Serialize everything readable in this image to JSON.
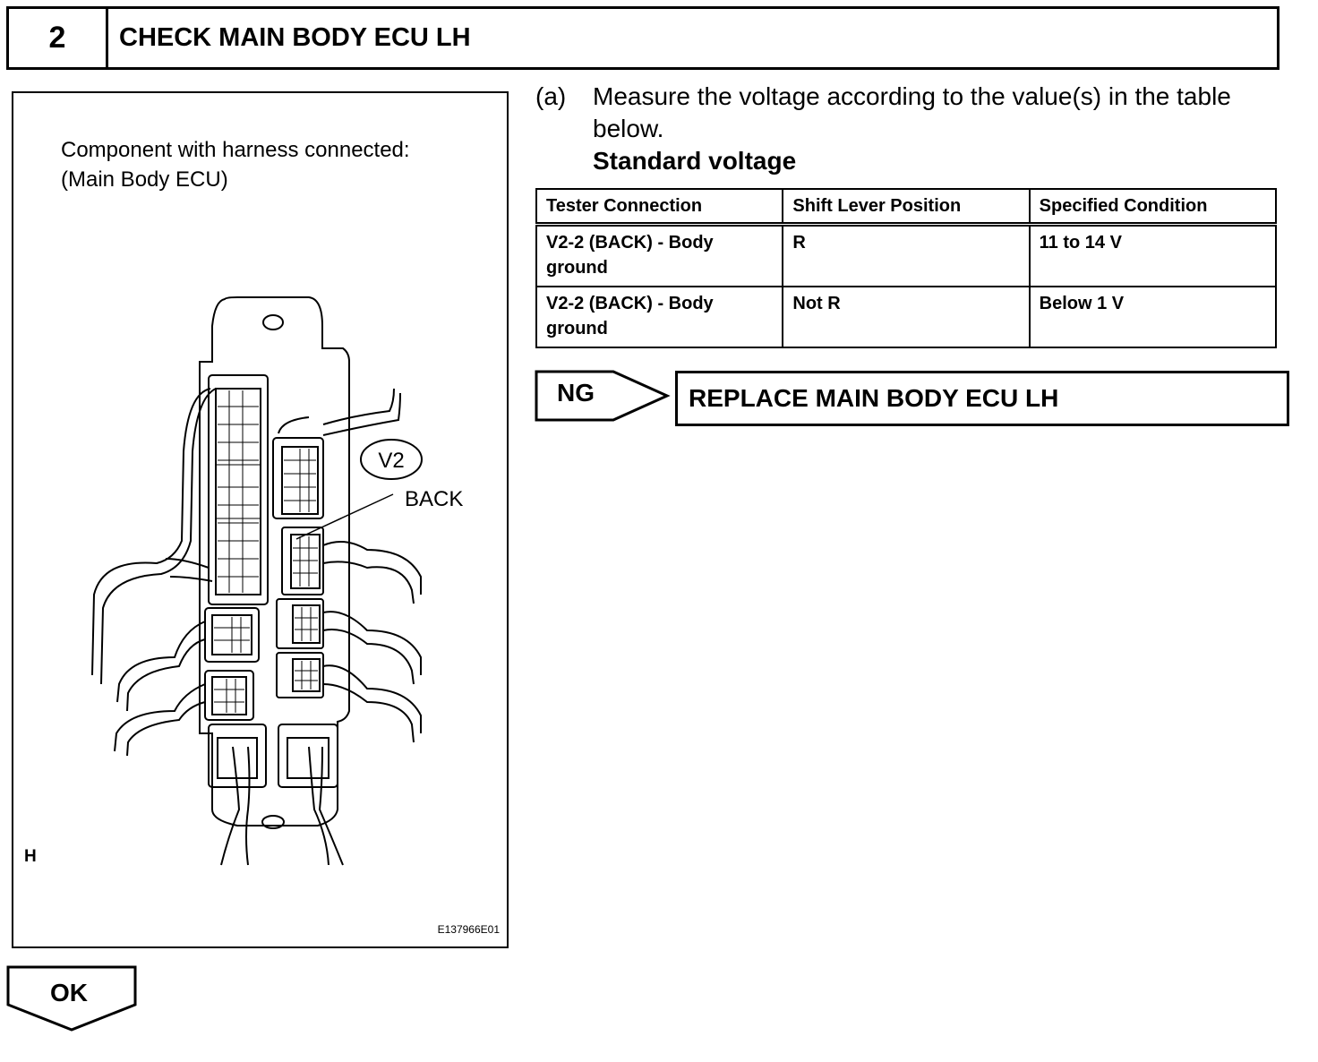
{
  "step": {
    "number": "2",
    "title": "CHECK MAIN BODY ECU LH"
  },
  "figure": {
    "caption_line1": "Component with harness connected:",
    "caption_line2": "(Main Body ECU)",
    "connector_id": "V2",
    "terminal_label": "BACK",
    "corner_letter": "H",
    "figure_code": "E137966E01"
  },
  "instruction": {
    "marker": "(a)",
    "text": "Measure the voltage according to the value(s) in the table below.",
    "standard_label": "Standard voltage"
  },
  "table": {
    "headers": [
      "Tester Connection",
      "Shift Lever Position",
      "Specified Condition"
    ],
    "rows": [
      [
        "V2-2 (BACK) - Body ground",
        "R",
        "11 to 14 V"
      ],
      [
        "V2-2 (BACK) - Body ground",
        "Not R",
        "Below 1 V"
      ]
    ]
  },
  "ng": {
    "label": "NG",
    "action": "REPLACE MAIN BODY ECU LH"
  },
  "ok": {
    "label": "OK"
  }
}
